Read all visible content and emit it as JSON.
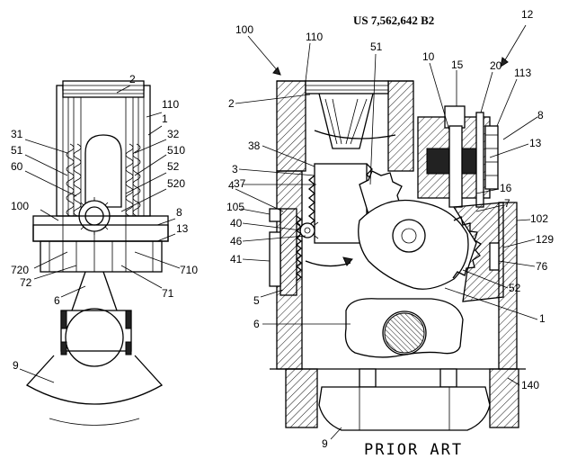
{
  "header": {
    "patent_number": "US 7,562,642 B2"
  },
  "caption": {
    "text": "PRIOR ART"
  },
  "left_labels": [
    "2",
    "110",
    "1",
    "31",
    "32",
    "51",
    "510",
    "60",
    "52",
    "520",
    "100",
    "8",
    "13",
    "720",
    "710",
    "72",
    "71",
    "6",
    "9"
  ],
  "right_labels": [
    "100",
    "110",
    "51",
    "10",
    "15",
    "12",
    "20",
    "113",
    "8",
    "2",
    "13",
    "38",
    "3",
    "37",
    "16",
    "7",
    "4",
    "105",
    "102",
    "40",
    "129",
    "46",
    "41",
    "76",
    "52",
    "5",
    "1",
    "6",
    "140",
    "9"
  ],
  "theme": {
    "ink": "#000000",
    "paper": "#ffffff"
  }
}
